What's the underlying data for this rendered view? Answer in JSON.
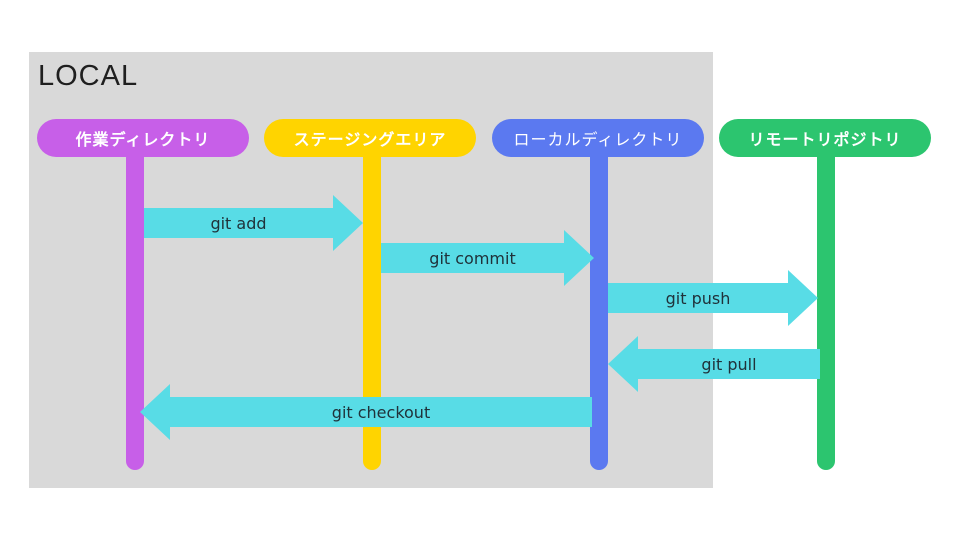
{
  "local_box": {
    "title": "LOCAL",
    "background": "#d9d9d9"
  },
  "lanes": [
    {
      "id": "working-directory",
      "label": "作業ディレクトリ",
      "color": "#c75fe8",
      "text_color": "#ffffff",
      "bold": true,
      "inside_local": true
    },
    {
      "id": "staging-area",
      "label": "ステージングエリア",
      "color": "#ffd400",
      "text_color": "#ffffff",
      "bold": true,
      "inside_local": true
    },
    {
      "id": "local-repository",
      "label": "ローカルディレクトリ",
      "color": "#5b79f0",
      "text_color": "#ffffff",
      "bold": false,
      "inside_local": true
    },
    {
      "id": "remote-repository",
      "label": "リモートリポジトリ",
      "color": "#2cc56f",
      "text_color": "#ffffff",
      "bold": true,
      "inside_local": false
    }
  ],
  "arrows": [
    {
      "label": "git add",
      "from": "working-directory",
      "to": "staging-area",
      "direction": "right"
    },
    {
      "label": "git commit",
      "from": "staging-area",
      "to": "local-repository",
      "direction": "right"
    },
    {
      "label": "git push",
      "from": "local-repository",
      "to": "remote-repository",
      "direction": "right"
    },
    {
      "label": "git pull",
      "from": "remote-repository",
      "to": "local-repository",
      "direction": "left"
    },
    {
      "label": "git checkout",
      "from": "local-repository",
      "to": "working-directory",
      "direction": "left"
    }
  ],
  "colors": {
    "arrow": "#58dce6",
    "arrow_text": "#20323a",
    "local_box_bg": "#d9d9d9",
    "background": "#ffffff"
  }
}
